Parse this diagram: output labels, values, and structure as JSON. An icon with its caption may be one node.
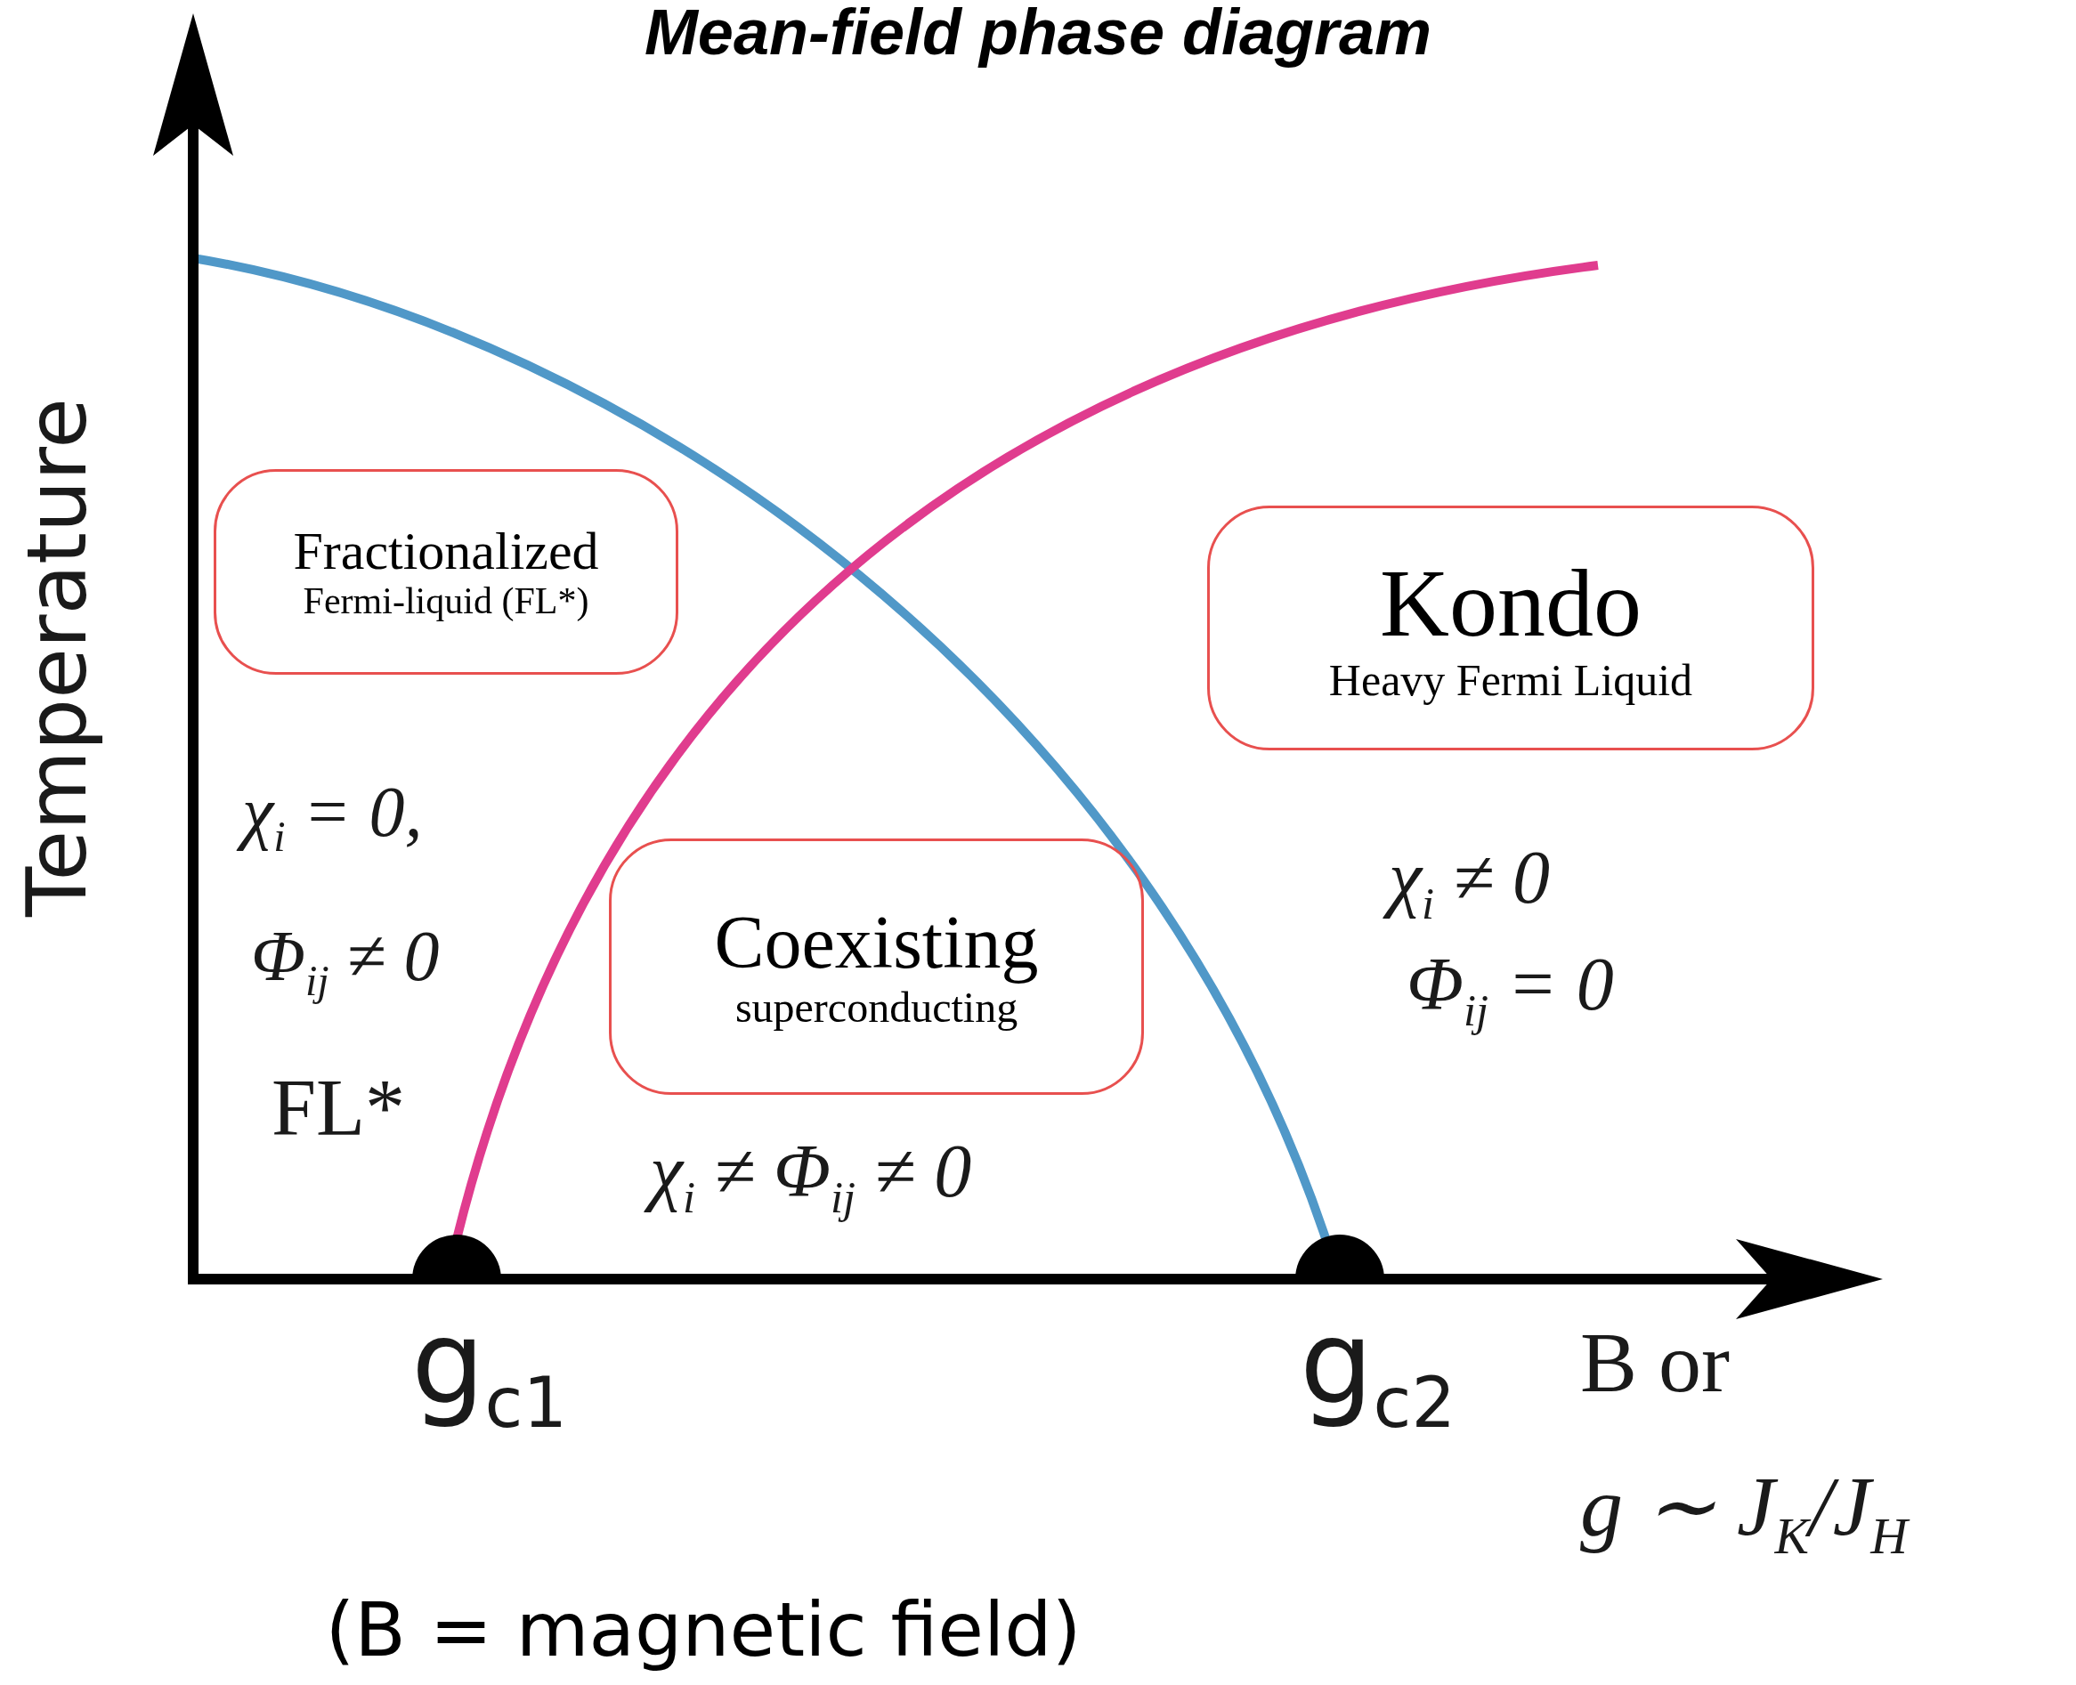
{
  "diagram": {
    "title": "Mean-field phase diagram",
    "caption": "(B = magnetic field)",
    "nodes": [
      {
        "text": [
          "Fractionalized",
          "Fermi-liquid (FL*)"
        ]
      },
      {
        "text": [
          "Coexisting",
          "superconducting"
        ]
      },
      {
        "text": [
          "Kondo",
          "Heavy Fermi Liquid"
        ]
      }
    ],
    "labels": [
      "Temperature",
      "χ$_{i}$ = 0,",
      "Φ$_{ij}$ ≠ 0",
      "FL*",
      "χ$_{i}$ ≠ 0",
      "Φ$_{ij}$ = 0",
      "χ$_{i}$ ≠ Φ$_{ij}$ ≠ 0",
      "g$_{c1}$",
      "g$_{c2}$",
      "B or",
      "g ∼ J$_{K}$/J$_{H}$"
    ]
  }
}
